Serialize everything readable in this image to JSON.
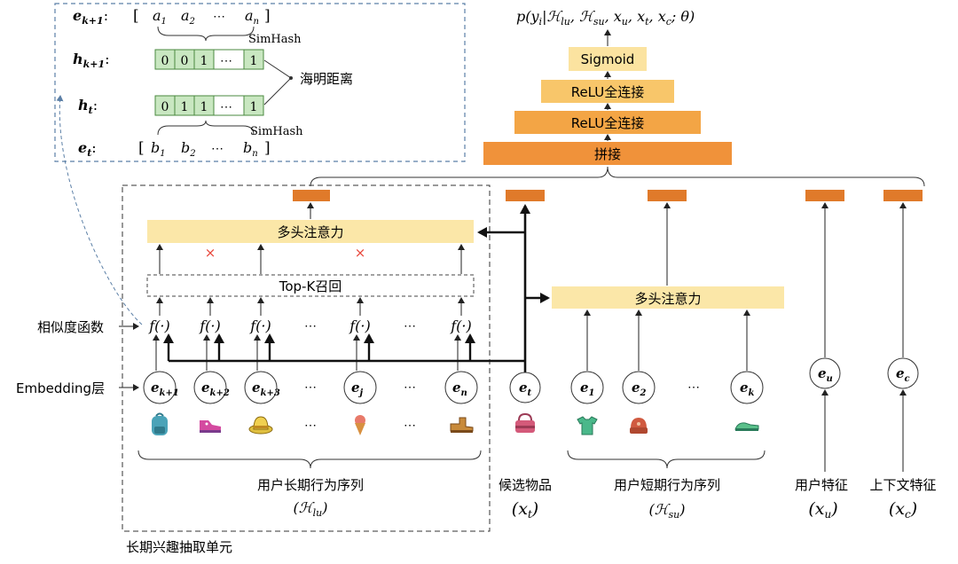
{
  "simhash_panel": {
    "row_ek1_label": "e",
    "row_ek1_sub": "k+1",
    "row_ek1_colon": ":",
    "a_items": [
      "a1",
      "a2",
      "⋯",
      "an"
    ],
    "simhash_top": "SimHash",
    "row_hk1_label": "h",
    "row_hk1_sub": "k+1",
    "row_hk1_colon": ":",
    "hk1_bits": [
      "0",
      "0",
      "1",
      "⋯",
      "1"
    ],
    "row_ht_label": "h",
    "row_ht_sub": "t",
    "row_ht_colon": ":",
    "ht_bits": [
      "0",
      "1",
      "1",
      "⋯",
      "1"
    ],
    "hamming_label": "海明距离",
    "simhash_bottom": "SimHash",
    "row_et_label": "e",
    "row_et_sub": "t",
    "row_et_colon": ":",
    "b_items": [
      "b1",
      "b2",
      "⋯",
      "bn"
    ]
  },
  "top_stack": {
    "output_formula": "p(yᵢ|ℋ_lu, ℋ_su, x_u, x_t, x_c; θ)",
    "sigmoid": "Sigmoid",
    "relu1": "ReLU全连接",
    "relu2": "ReLU全连接",
    "concat": "拼接"
  },
  "long_unit": {
    "mha_label": "多头注意力",
    "topk_label": "Top-K召回",
    "similarity_label": "相似度函数",
    "embedding_label": "Embedding层",
    "f_label": "f(·)",
    "dots": "⋯",
    "nodes": [
      {
        "main": "e",
        "sub": "k+1",
        "icon": "backpack-icon"
      },
      {
        "main": "e",
        "sub": "k+2",
        "icon": "sneaker-pink-icon"
      },
      {
        "main": "e",
        "sub": "k+3",
        "icon": "hat-icon"
      },
      {
        "main": "e",
        "sub": "j",
        "icon": "icecream-icon"
      },
      {
        "main": "e",
        "sub": "n",
        "icon": "boot-icon"
      }
    ],
    "sequence_label": "用户长期行为序列",
    "sequence_symbol": "(ℋ_lu)",
    "unit_label": "长期兴趣抽取单元"
  },
  "candidate": {
    "node_main": "e",
    "node_sub": "t",
    "icon": "handbag-icon",
    "label": "候选物品",
    "symbol": "(x_t)"
  },
  "short_seq": {
    "mha_label": "多头注意力",
    "nodes": [
      {
        "main": "e",
        "sub": "1",
        "icon": "tshirt-icon"
      },
      {
        "main": "e",
        "sub": "2",
        "icon": "cap-icon"
      },
      {
        "main": "e",
        "sub": "k",
        "icon": "shoe-green-icon"
      }
    ],
    "dots": "⋯",
    "label": "用户短期行为序列",
    "symbol": "(ℋ_su)"
  },
  "user_feature": {
    "node_main": "e",
    "node_sub": "u",
    "label": "用户特征",
    "symbol": "(x_u)"
  },
  "context_feature": {
    "node_main": "e",
    "node_sub": "c",
    "label": "上下文特征",
    "symbol": "(x_c)"
  },
  "colors": {
    "panel_border": "#5b7fa6",
    "bit_fill": "#c9e7c1",
    "bit_border": "#4a8a3f",
    "sigmoid_fill": "#fbe3a0",
    "relu1_fill": "#f8c66a",
    "relu2_fill": "#f3a545",
    "concat_fill": "#f0923a",
    "mha_fill": "#fbe7a8",
    "orange_bar": "#e07a2a",
    "cross": "#e8463a"
  }
}
